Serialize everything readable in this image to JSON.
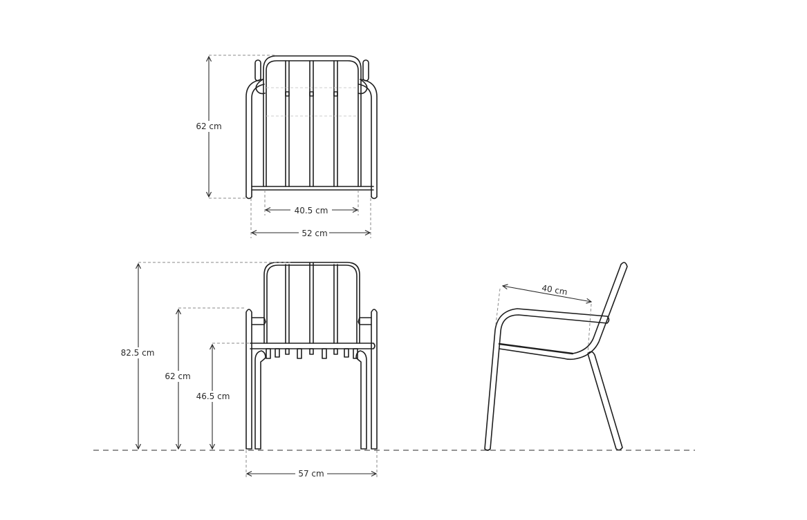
{
  "diagram": {
    "subject": "chair",
    "top_view": {
      "depth_label": "62 cm",
      "seat_width_label": "40.5 cm",
      "overall_width_label": "52 cm"
    },
    "front_view": {
      "total_height_label": "82.5 cm",
      "arm_height_label": "62 cm",
      "seat_height_label": "46.5 cm",
      "overall_width_label": "57 cm"
    },
    "side_view": {
      "seat_depth_label": "40 cm"
    },
    "colors": {
      "line": "#1e1e1e",
      "dimension": "#2a2a2a",
      "guide": "#8a8a8a",
      "background": "#ffffff"
    }
  }
}
